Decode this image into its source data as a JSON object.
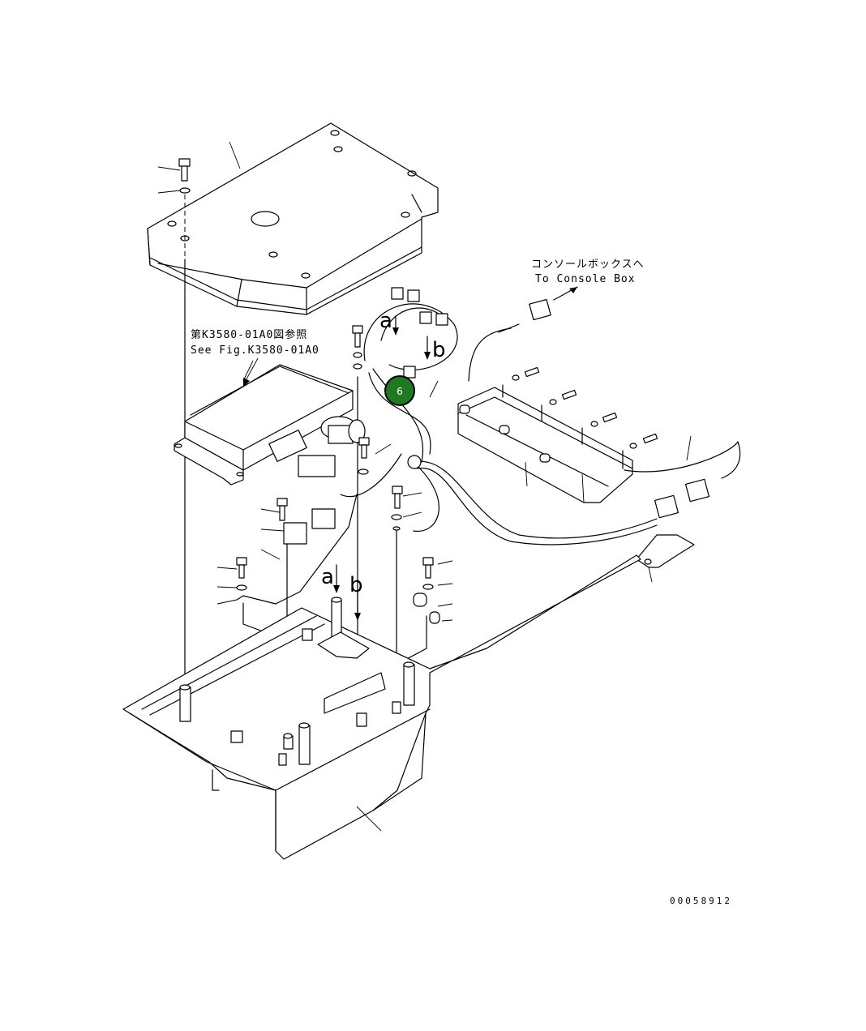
{
  "diagram": {
    "note_console_jp": "コンソールボックスへ",
    "note_console_en": "To Console Box",
    "note_ref_jp": "第K3580-01A0図参照",
    "note_ref_en": "See Fig.K3580-01A0",
    "arrow_a": "a",
    "arrow_b": "b",
    "callout_number": "6",
    "callout_color": "#1f7a1f",
    "drawing_number": "00058912"
  }
}
